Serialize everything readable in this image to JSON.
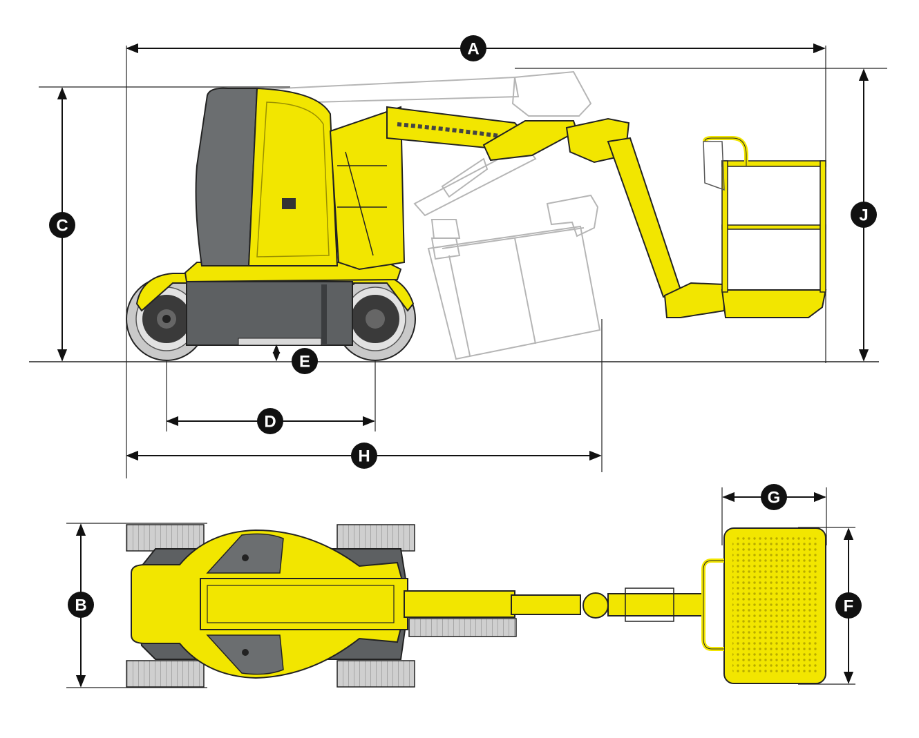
{
  "colors": {
    "machine_yellow": "#f2e600",
    "machine_dark": "#6b6e70",
    "tire_grey": "#c9c9c9",
    "outline": "#222222",
    "ghost": "#b5b5b5",
    "label_fill": "#111111",
    "label_text": "#ffffff"
  },
  "dimensions": {
    "A": "A",
    "B": "B",
    "C": "C",
    "D": "D",
    "E": "E",
    "F": "F",
    "G": "G",
    "H": "H",
    "J": "J"
  },
  "views": {
    "side": "side-view",
    "top": "top-view"
  }
}
